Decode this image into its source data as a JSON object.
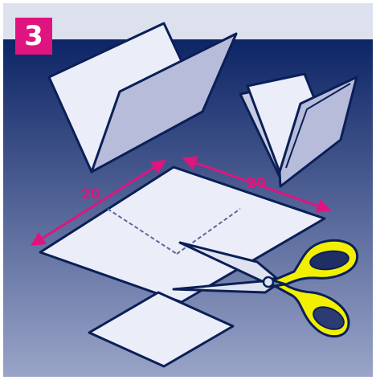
{
  "step": {
    "number": "3"
  },
  "dimensions": {
    "left_edge": "20",
    "right_edge": "20"
  },
  "colors": {
    "header_band": "#dde1ee",
    "background_top": "#0d2566",
    "background_bottom": "#9aa4c8",
    "paper_light": "#ebeef8",
    "paper_shade": "#b7bcda",
    "outline": "#0b1f57",
    "accent_magenta": "#e0147f",
    "scissors_handle": "#f2f000",
    "blade": "#dfe3f0"
  },
  "icons": [
    "folded-paper-large-icon",
    "folded-paper-small-icon",
    "unfolded-square-icon",
    "cut-square-icon",
    "scissors-icon"
  ]
}
